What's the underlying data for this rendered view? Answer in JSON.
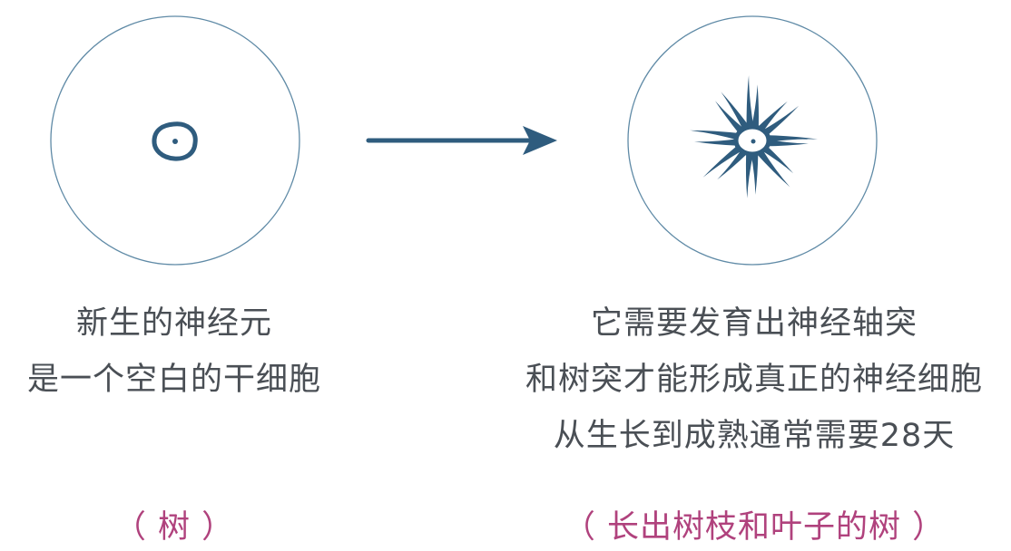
{
  "colors": {
    "outline": "#5f8aa6",
    "cell": "#2f5c7e",
    "caption_text": "#4a4f55",
    "note_text": "#b0427d"
  },
  "left_panel": {
    "caption_lines": [
      "新生的神经元",
      "是一个空白的干细胞"
    ],
    "note": "（ 树 ）"
  },
  "right_panel": {
    "caption_lines": [
      "它需要发育出神经轴突",
      "和树突才能形成真正的神经细胞",
      "从生长到成熟通常需要28天"
    ],
    "note": "（ 长出树枝和叶子的树 ）"
  },
  "icons": {
    "left_cell": "new-neuron-cell-icon",
    "arrow": "right-arrow-icon",
    "right_cell": "mature-neuron-cell-icon"
  }
}
